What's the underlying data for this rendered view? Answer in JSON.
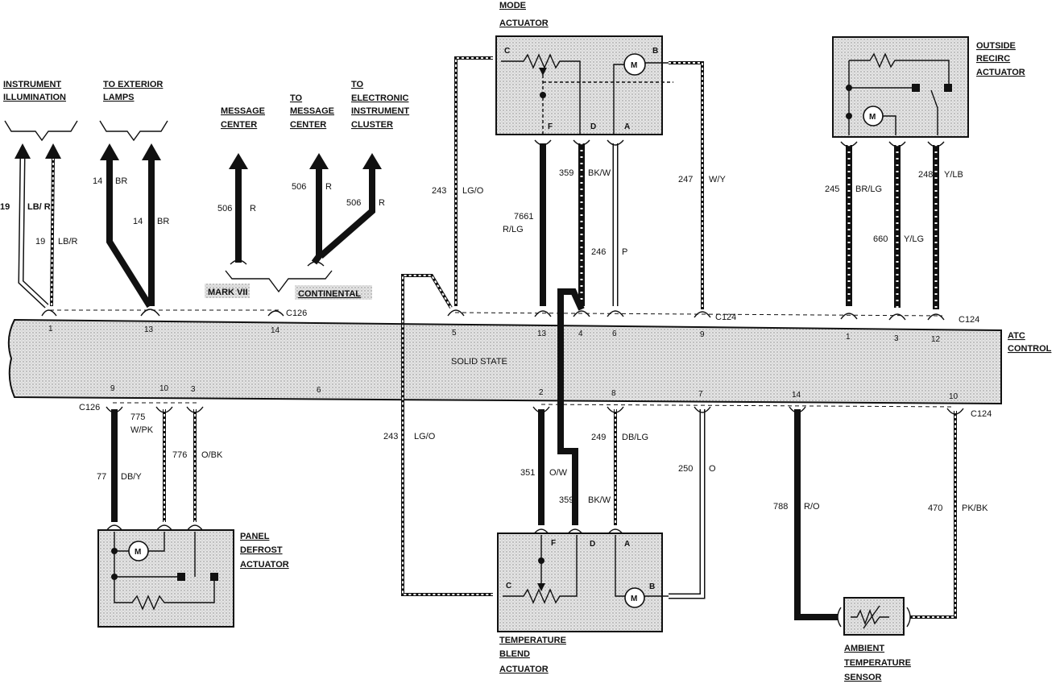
{
  "module": {
    "name_line1": "ATC",
    "name_line2": "CONTROL",
    "inner_label": "SOLID STATE"
  },
  "connectors": {
    "c126_top": "C126",
    "c124_top": "C124",
    "c124_top2": "C124",
    "c126_bottom": "C126",
    "c124_bottom": "C124"
  },
  "pins": {
    "top": [
      "1",
      "13",
      "14",
      "5",
      "13",
      "4",
      "6",
      "9",
      "1",
      "3",
      "12"
    ],
    "bottom": [
      "9",
      "10",
      "3",
      "6",
      "2",
      "8",
      "7",
      "14",
      "10"
    ]
  },
  "destinations": {
    "instrument_illumination": [
      "INSTRUMENT",
      "ILLUMINATION"
    ],
    "exterior_lamps": [
      "TO EXTERIOR",
      "LAMPS"
    ],
    "message_center": [
      "MESSAGE",
      "CENTER"
    ],
    "to_message_center": [
      "TO",
      "MESSAGE",
      "CENTER"
    ],
    "electronic_cluster": [
      "TO",
      "ELECTRONIC",
      "INSTRUMENT",
      "CLUSTER"
    ],
    "mark_vii": "MARK VII",
    "continental": "CONTINENTAL"
  },
  "components": {
    "mode_actuator": [
      "MODE",
      "ACTUATOR"
    ],
    "outside_recirc": [
      "OUTSIDE",
      "RECIRC",
      "ACTUATOR"
    ],
    "panel_defrost": [
      "PANEL",
      "DEFROST",
      "ACTUATOR"
    ],
    "temperature_blend": [
      "TEMPERATURE",
      "BLEND",
      "ACTUATOR"
    ],
    "ambient_sensor": [
      "AMBIENT",
      "TEMPERATURE",
      "SENSOR"
    ]
  },
  "actuator_terminals": {
    "mode": [
      "C",
      "B",
      "F",
      "D",
      "A"
    ],
    "temp": [
      "F",
      "D",
      "A",
      "C",
      "B"
    ],
    "motor": "M"
  },
  "wires": {
    "w19a_num": "19",
    "w19a_col": "LB/ R",
    "w19b_num": "19",
    "w19b_col": "LB/R",
    "w14a_num": "14",
    "w14a_col": "BR",
    "w14b_num": "14",
    "w14b_col": "BR",
    "w506a_num": "506",
    "w506a_col": "R",
    "w506b_num": "506",
    "w506b_col": "R",
    "w506c_num": "506",
    "w506c_col": "R",
    "w243a_num": "243",
    "w243a_col": "LG/O",
    "w7661_num": "7661",
    "w7661_col": "R/LG",
    "w359a_num": "359",
    "w359a_col": "BK/W",
    "w246_num": "246",
    "w246_col": "P",
    "w247_num": "247",
    "w247_col": "W/Y",
    "w245_num": "245",
    "w245_col": "BR/LG",
    "w660_num": "660",
    "w660_col": "Y/LG",
    "w248_num": "248",
    "w248_col": "Y/LB",
    "w775_num": "775",
    "w775_col": "W/PK",
    "w776_num": "776",
    "w776_col": "O/BK",
    "w77_num": "77",
    "w77_col": "DB/Y",
    "w243b_num": "243",
    "w243b_col": "LG/O",
    "w351_num": "351",
    "w351_col": "O/W",
    "w359b_num": "359",
    "w359b_col": "BK/W",
    "w249_num": "249",
    "w249_col": "DB/LG",
    "w250_num": "250",
    "w250_col": "O",
    "w788_num": "788",
    "w788_col": "R/O",
    "w470_num": "470",
    "w470_col": "PK/BK"
  }
}
